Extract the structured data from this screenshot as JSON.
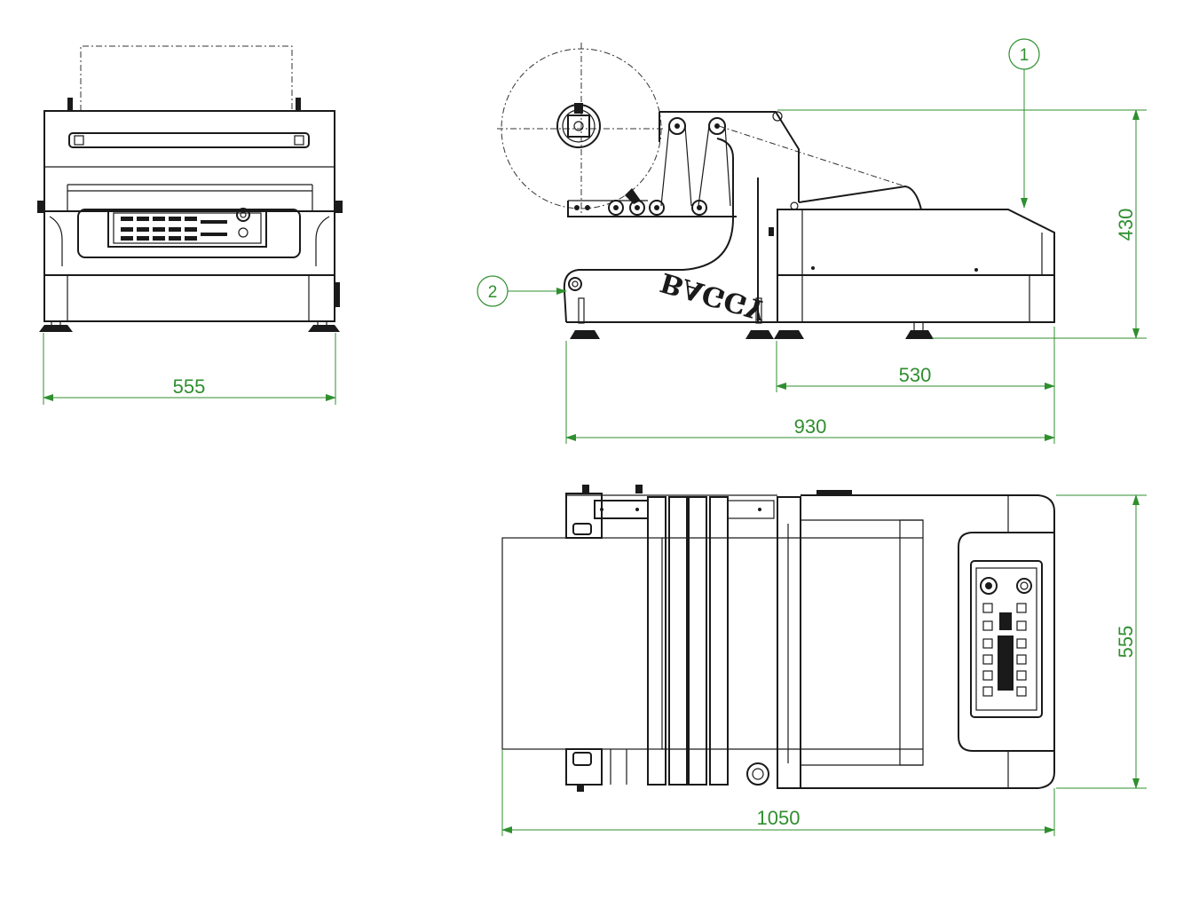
{
  "colors": {
    "line": "#1a1a1a",
    "dimension": "#2f8f2f"
  },
  "dimensions": {
    "front_width": "555",
    "side_height": "430",
    "side_base_length": "530",
    "side_total_length": "930",
    "top_length": "1050",
    "top_width": "555"
  },
  "callouts": [
    "1",
    "2"
  ],
  "brand_label": "BAGGY"
}
